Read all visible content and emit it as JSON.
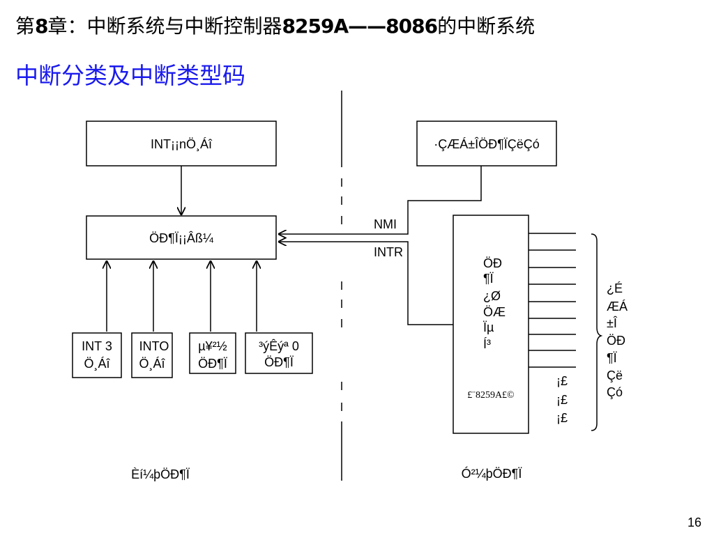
{
  "header": {
    "title_prefix": "第",
    "chapter_num": "8",
    "title_middle": "章：中断系统与中断控制器",
    "chip": "8259A",
    "dash": "——",
    "cpu": "8086",
    "title_suffix": "的中断系统",
    "subtitle": "中断分类及中断类型码"
  },
  "diagram": {
    "int_n_box": "INT¡¡nÖ¸Áî",
    "proc_box": "ÖÐ¶Ï¡¡Âß¼­",
    "int3_box": [
      "INT 3",
      "Ö¸Áî"
    ],
    "into_box": [
      "INTO",
      "Ö¸Áî"
    ],
    "step_box": [
      "µ¥²½",
      "ÖÐ¶Ï"
    ],
    "div0_box": [
      "³ýÊýª 0",
      "ÖÐ¶Ï"
    ],
    "nmi_src_box": "·ÇÆÁ±ÎÖÐ¶ÏÇëÇó",
    "nmi_label": "NMI",
    "intr_label": "INTR",
    "pic_chars": [
      "ÖÐ",
      "¶Ï",
      "¿Ø",
      "ÖÆ",
      "Ïµ",
      "Í³"
    ],
    "pic_caption": "£¨8259A£©",
    "pic_dots": [
      "¡£",
      "¡£",
      "¡£"
    ],
    "irq_chars": [
      "¿É",
      "ÆÁ",
      "±Î",
      "ÖÐ",
      "¶Ï",
      "Çë",
      "Çó"
    ],
    "internal_label": "Èí¼þÖÐ¶Ï",
    "external_label": "Ó²¼þÖÐ¶Ï"
  },
  "page_number": "16"
}
